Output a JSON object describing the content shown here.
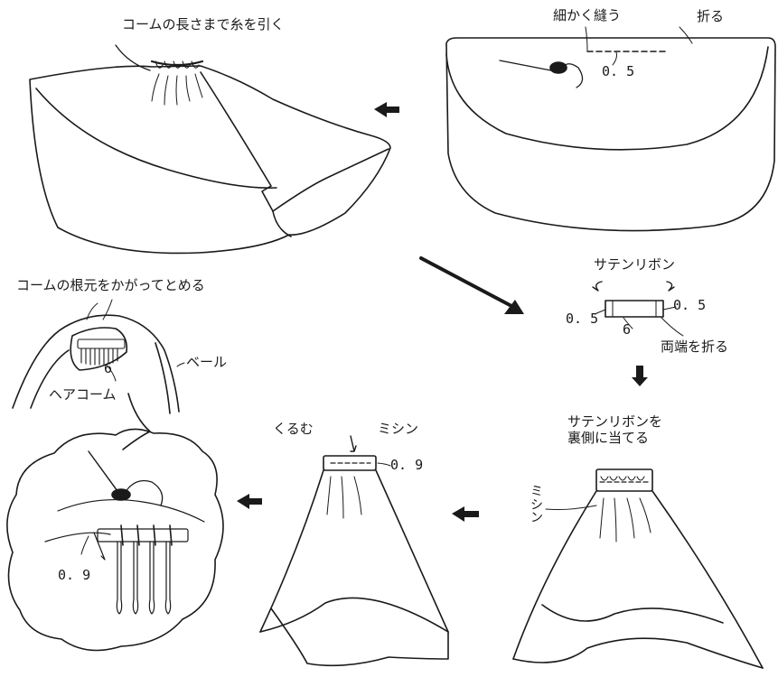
{
  "labels": {
    "pull_thread": "コームの長さまで糸を引く",
    "sew_finely": "細かく縫う",
    "fold": "折る",
    "satin_ribbon": "サテンリボン",
    "fold_both_ends": "両端を折る",
    "comb_root": "コームの根元をかがってとめる",
    "veil": "ベール",
    "hair_comb": "ヘアコーム",
    "wrap": "くるむ",
    "machine": "ミシン",
    "ribbon_back": "サテンリボンを\n裏側に当てる",
    "machine_vertical": "ミシン"
  },
  "numbers": {
    "stitch_gap": "0. 5",
    "fold_right": "0. 5",
    "fold_left": "0. 5",
    "ribbon_length": "6",
    "comb_width": "6",
    "wrap_seam": "0. 9",
    "comb_detail_seam": "0. 9"
  },
  "colors": {
    "ink": "#1a1a1a",
    "background": "#ffffff"
  }
}
